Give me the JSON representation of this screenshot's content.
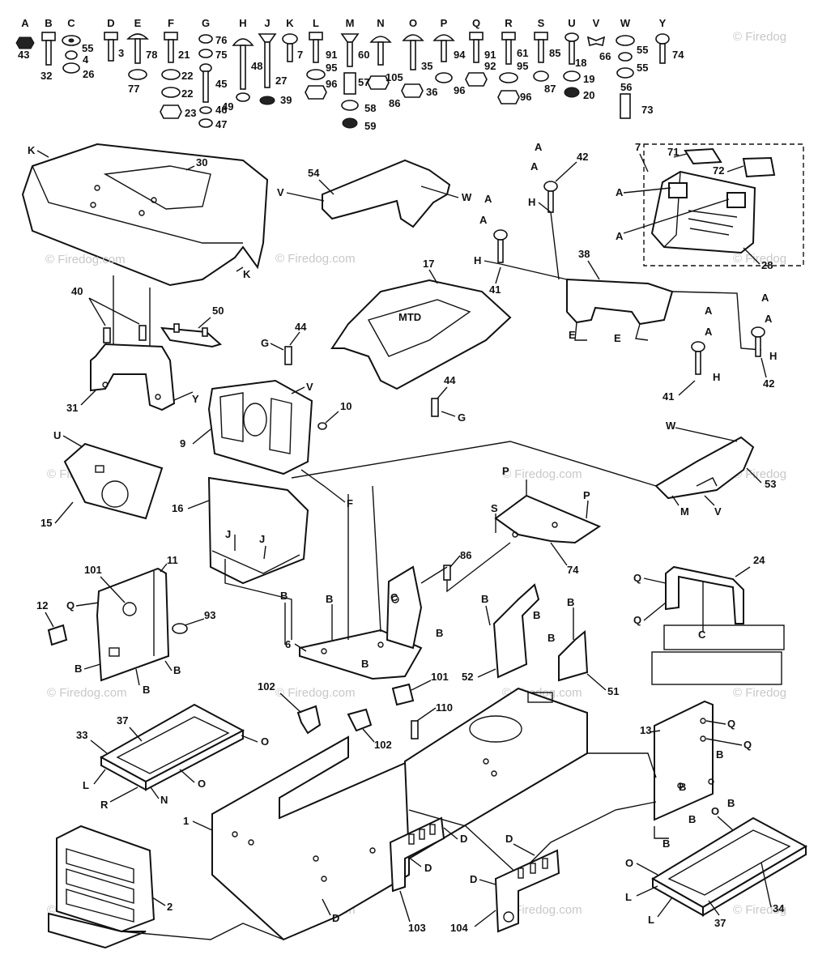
{
  "watermark": {
    "copyright_symbol": "©",
    "text": "Firedog.com",
    "alt_text": "Firedog"
  },
  "hardware_letters": [
    "A",
    "B",
    "C",
    "D",
    "E",
    "F",
    "G",
    "H",
    "J",
    "K",
    "L",
    "M",
    "N",
    "O",
    "P",
    "Q",
    "R",
    "S",
    "U",
    "V",
    "W",
    "Y"
  ],
  "hardware_numbers": [
    "43",
    "32",
    "55",
    "4",
    "26",
    "3",
    "78",
    "77",
    "21",
    "22",
    "22",
    "23",
    "76",
    "75",
    "45",
    "46",
    "47",
    "48",
    "49",
    "27",
    "39",
    "7",
    "91",
    "95",
    "96",
    "60",
    "57",
    "58",
    "59",
    "105",
    "86",
    "35",
    "36",
    "94",
    "96",
    "91",
    "92",
    "96",
    "61",
    "95",
    "85",
    "87",
    "18",
    "19",
    "20",
    "66",
    "55",
    "55",
    "56",
    "73",
    "74"
  ],
  "callouts": {
    "c1": "1",
    "c2": "2",
    "c6": "6",
    "c9": "9",
    "c10": "10",
    "c11": "11",
    "c12": "12",
    "c13": "13",
    "c15": "15",
    "c16": "16",
    "c17": "17",
    "c24": "24",
    "c28": "28",
    "c30": "30",
    "c31": "31",
    "c33": "33",
    "c34": "34",
    "c37a": "37",
    "c37b": "37",
    "c38": "38",
    "c40": "40",
    "c41a": "41",
    "c41b": "41",
    "c42a": "42",
    "c42b": "42",
    "c44a": "44",
    "c44b": "44",
    "c50": "50",
    "c51": "51",
    "c52": "52",
    "c53": "53",
    "c54": "54",
    "c71": "71",
    "c72": "72",
    "c7": "7",
    "c74": "74",
    "c86": "86",
    "c93": "93",
    "c101a": "101",
    "c101b": "101",
    "c102a": "102",
    "c102b": "102",
    "c103": "103",
    "c104": "104",
    "c110": "110"
  },
  "ref_letters": {
    "K": "K",
    "V": "V",
    "W": "W",
    "G": "G",
    "F": "F",
    "U": "U",
    "J": "J",
    "Y": "Y",
    "A": "A",
    "H": "H",
    "E": "E",
    "P": "P",
    "S": "S",
    "M": "M",
    "Q": "Q",
    "C": "C",
    "B": "B",
    "D": "D",
    "L": "L",
    "R": "R",
    "N": "N",
    "O": "O"
  },
  "hood_decal": "MTD"
}
